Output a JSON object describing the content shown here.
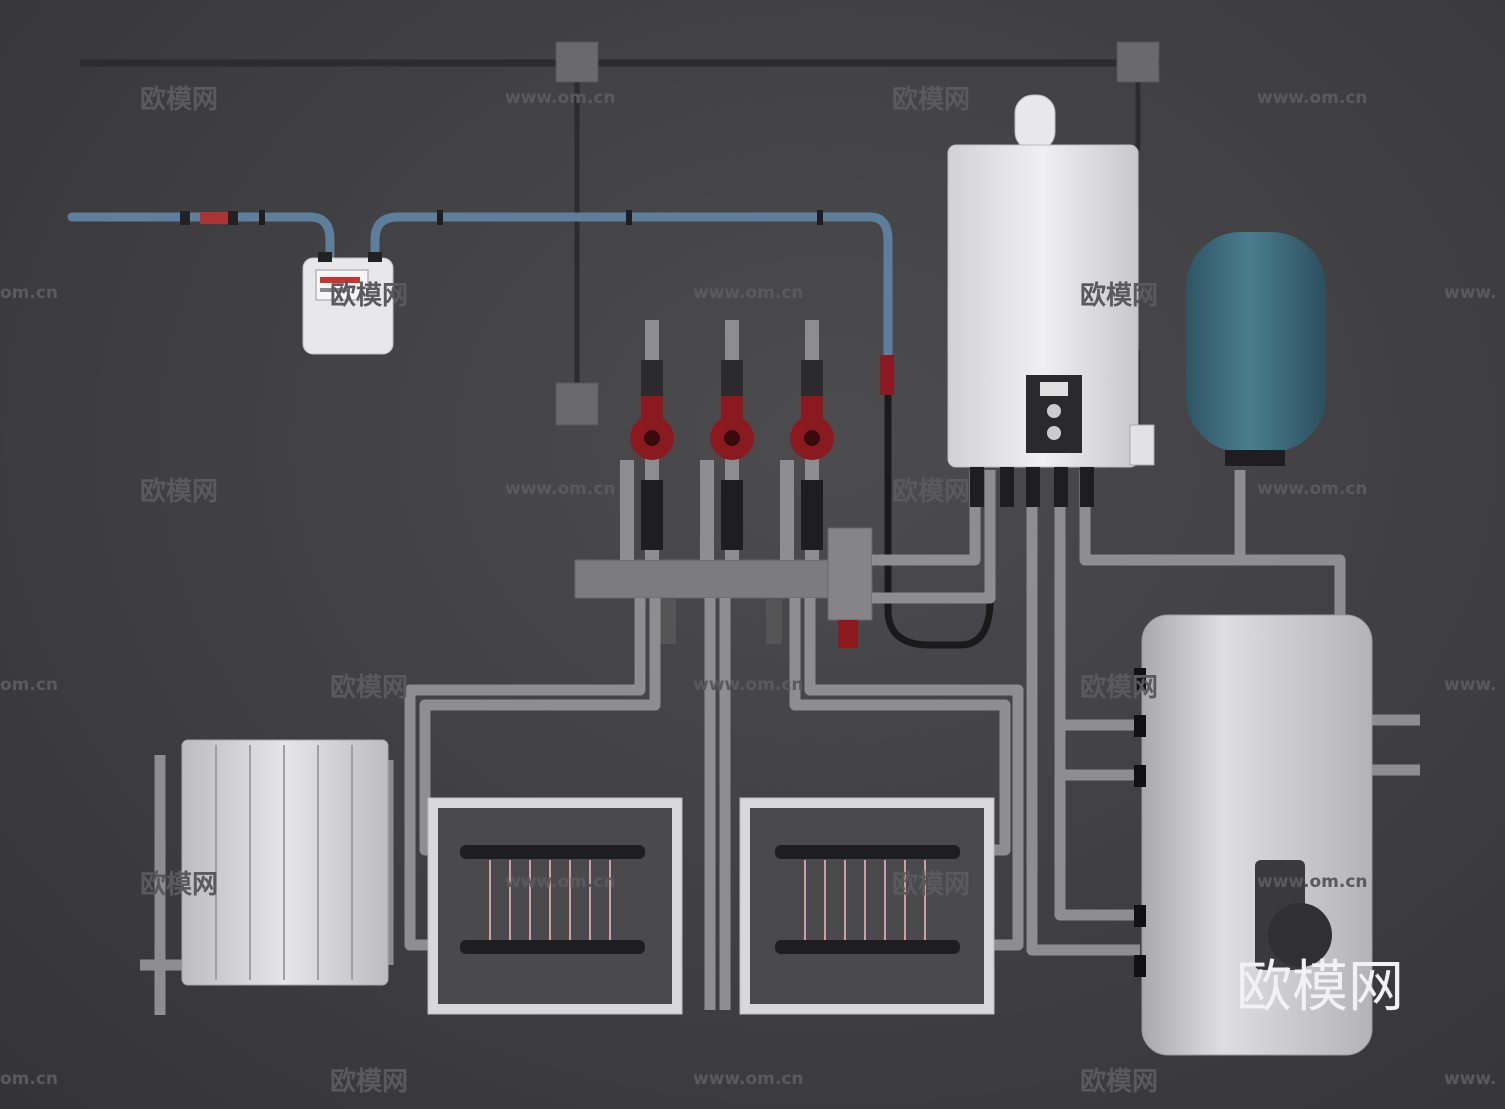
{
  "watermarks": {
    "brand_cn": "欧模网",
    "site_url": "www.om.cn",
    "site_url_partial": "om.cn",
    "site_url_cut": "www.",
    "logo_text": "欧模网"
  },
  "colors": {
    "background": "#3e3e40",
    "pipe_gray": "#8e8e90",
    "gas_pipe": "#5d7f9c",
    "pump_red": "#8a1a1f",
    "tank_blue": "#3f6b7c",
    "boiler_white": "#e4e4e6"
  },
  "icons": {
    "boiler": "wall-boiler-icon",
    "gas_meter": "gas-meter-icon",
    "expansion_tank": "expansion-tank-icon",
    "water_heater": "water-heater-icon",
    "radiator": "radiator-icon",
    "pump": "circulation-pump-icon"
  }
}
